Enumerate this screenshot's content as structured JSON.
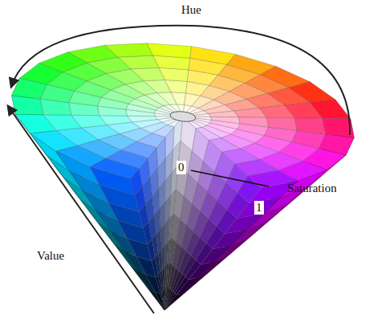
{
  "diagram": {
    "labels": [
      "Hue",
      "0",
      "Saturation",
      "1",
      "Value"
    ]
  }
}
